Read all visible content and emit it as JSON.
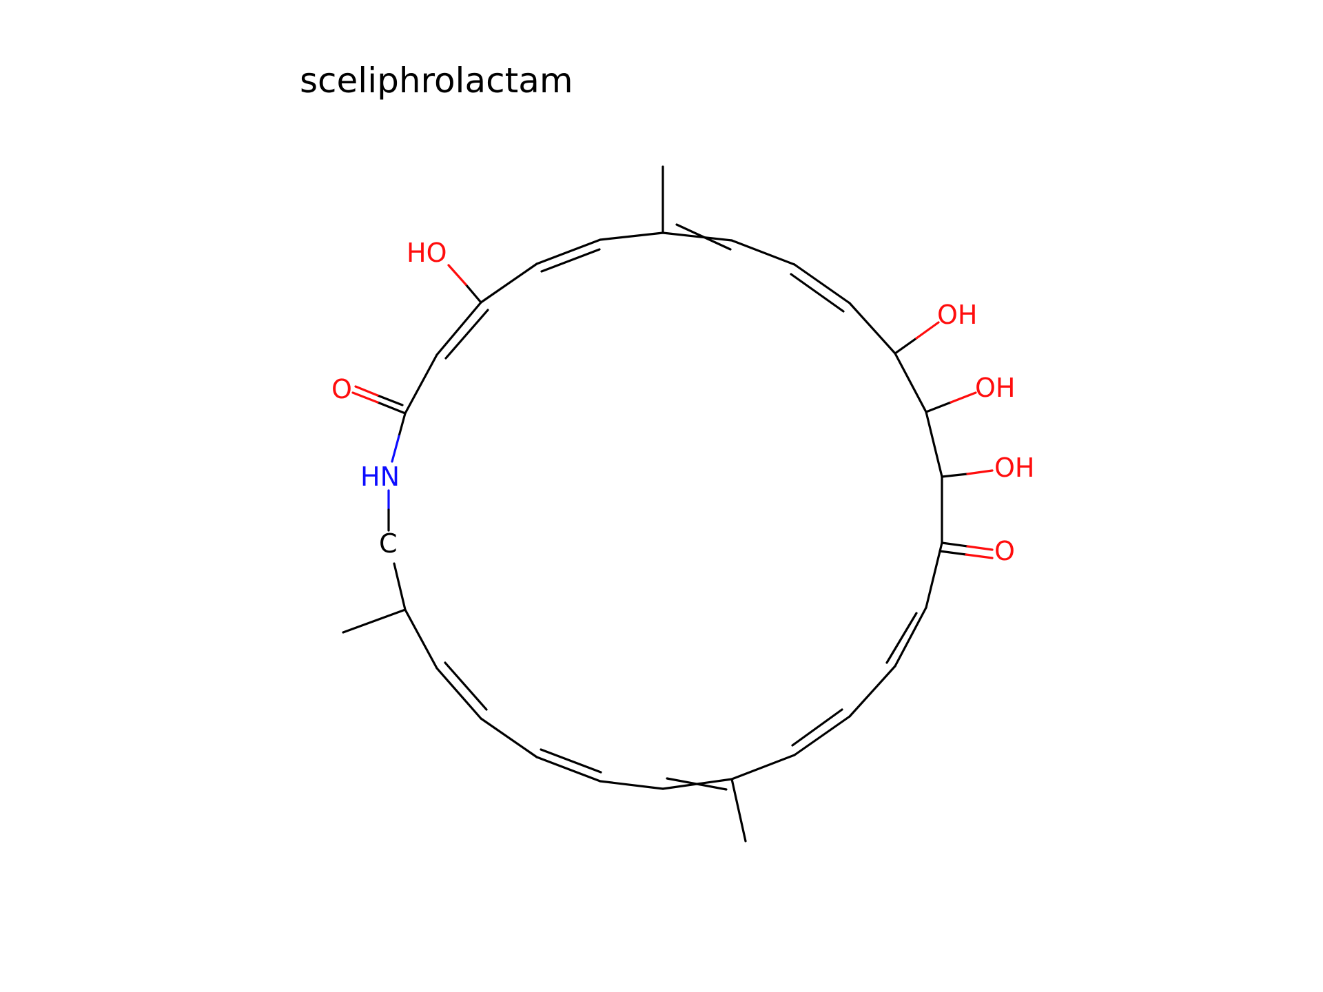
{
  "title": "sceliphrolactam",
  "colors": {
    "bond": "#000000",
    "oxygen": "#ff0d0d",
    "nitrogen": "#0d0dff",
    "carbon": "#000000"
  },
  "atom_labels": {
    "ho_top_left": "HO",
    "o_amide": "O",
    "hn": "HN",
    "c_label": "C",
    "oh_1": "OH",
    "oh_2": "OH",
    "oh_3": "OH",
    "o_ketone": "O"
  }
}
